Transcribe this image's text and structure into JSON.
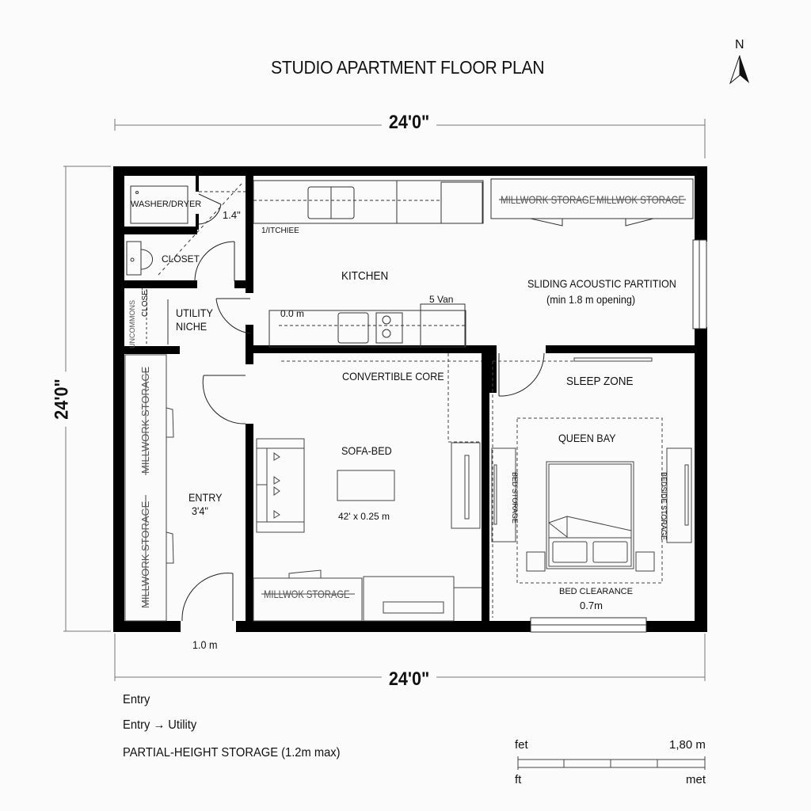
{
  "title": "STUDIO APARTMENT FLOOR PLAN",
  "north_arrow": {
    "label": "N",
    "icon": "north-arrow-icon"
  },
  "dimensions": {
    "top_width": "24'0\"",
    "bottom_width": "24'0\"",
    "left_height": "24'0\"",
    "entry_door_width": "1.0 m"
  },
  "rooms": {
    "washer_dryer": "WASHER/DRYER",
    "door_dim": "1.4\"",
    "closet_wc": "CLOSET",
    "utility_niche_line1": "UTILITY",
    "utility_niche_line2": "NICHE",
    "utility_closet": "CLOSET",
    "utility_side_storage": "UNCOMMONS",
    "kitchen": "KITCHEN",
    "kitchen_small_label": "1/ITCHIEE",
    "kitchen_counter_dim": "0.0 m",
    "kitchen_counter_dim2": "5 Van",
    "north_storage_1": "MILLWORK STORAGE",
    "north_storage_2": "MILLWOK STORAGE",
    "partition_line1": "SLIDING ACOUSTIC PARTITION",
    "partition_line2": "(min 1.8 m opening)",
    "convertible_core": "CONVERTIBLE CORE",
    "sofa_bed": "SOFA-BED",
    "sofa_table_dim": "42' x 0.25 m",
    "south_storage": "MILLWOK STORAGE",
    "entry": "ENTRY",
    "entry_dim": "3'4\"",
    "entry_storage_1": "MILLWORK STORAGE",
    "entry_storage_2": "MILLWORK STORAGE",
    "sleep_zone": "SLEEP ZONE",
    "queen_bay": "QUEEN BAY",
    "bed_clearance": "BED CLEARANCE",
    "bed_clearance_dim": "0.7m",
    "bed_left_storage": "BED STORAGE",
    "bed_right_storage": "BEDSIDE STORAGE"
  },
  "notes": [
    "Entry",
    "Entry → Utility",
    "PARTIAL-HEIGHT STORAGE (1.2m max)"
  ],
  "scale_bar": {
    "top_left": "fet",
    "top_right": "1,80 m",
    "bottom_left": "ft",
    "bottom_right": "met",
    "segments": 4
  },
  "colors": {
    "wall": "#000000",
    "line": "#333333",
    "dash": "#666666",
    "background": "#fbfbfb"
  }
}
